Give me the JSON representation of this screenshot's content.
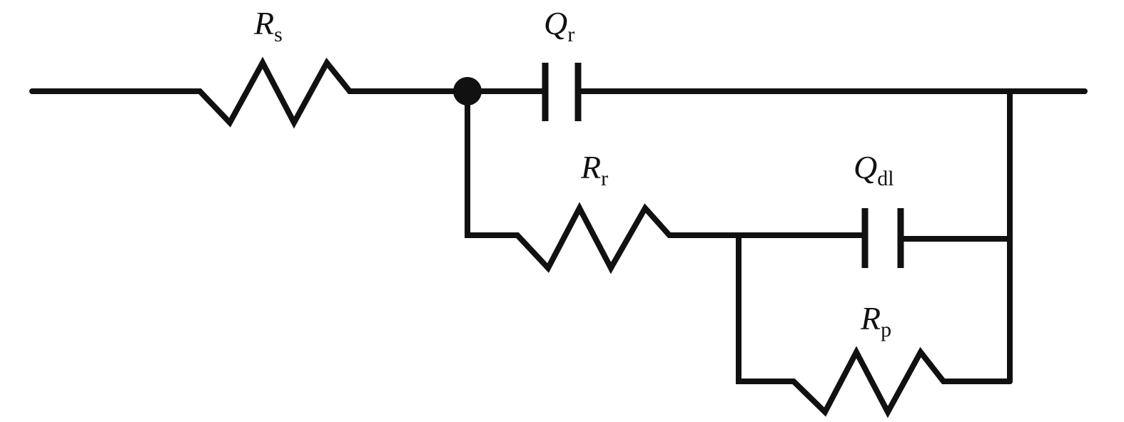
{
  "diagram": {
    "type": "equivalent-circuit",
    "line_color": "#111111",
    "background": "#ffffff",
    "components": {
      "Rs": {
        "kind": "resistor",
        "symbol": "R",
        "subscript": "s"
      },
      "Qr": {
        "kind": "constant-phase-element",
        "symbol": "Q",
        "subscript": "r"
      },
      "Rr": {
        "kind": "resistor",
        "symbol": "R",
        "subscript": "r"
      },
      "Qdl": {
        "kind": "constant-phase-element",
        "symbol": "Q",
        "subscript": "dl"
      },
      "Rp": {
        "kind": "resistor",
        "symbol": "R",
        "subscript": "p"
      }
    }
  }
}
